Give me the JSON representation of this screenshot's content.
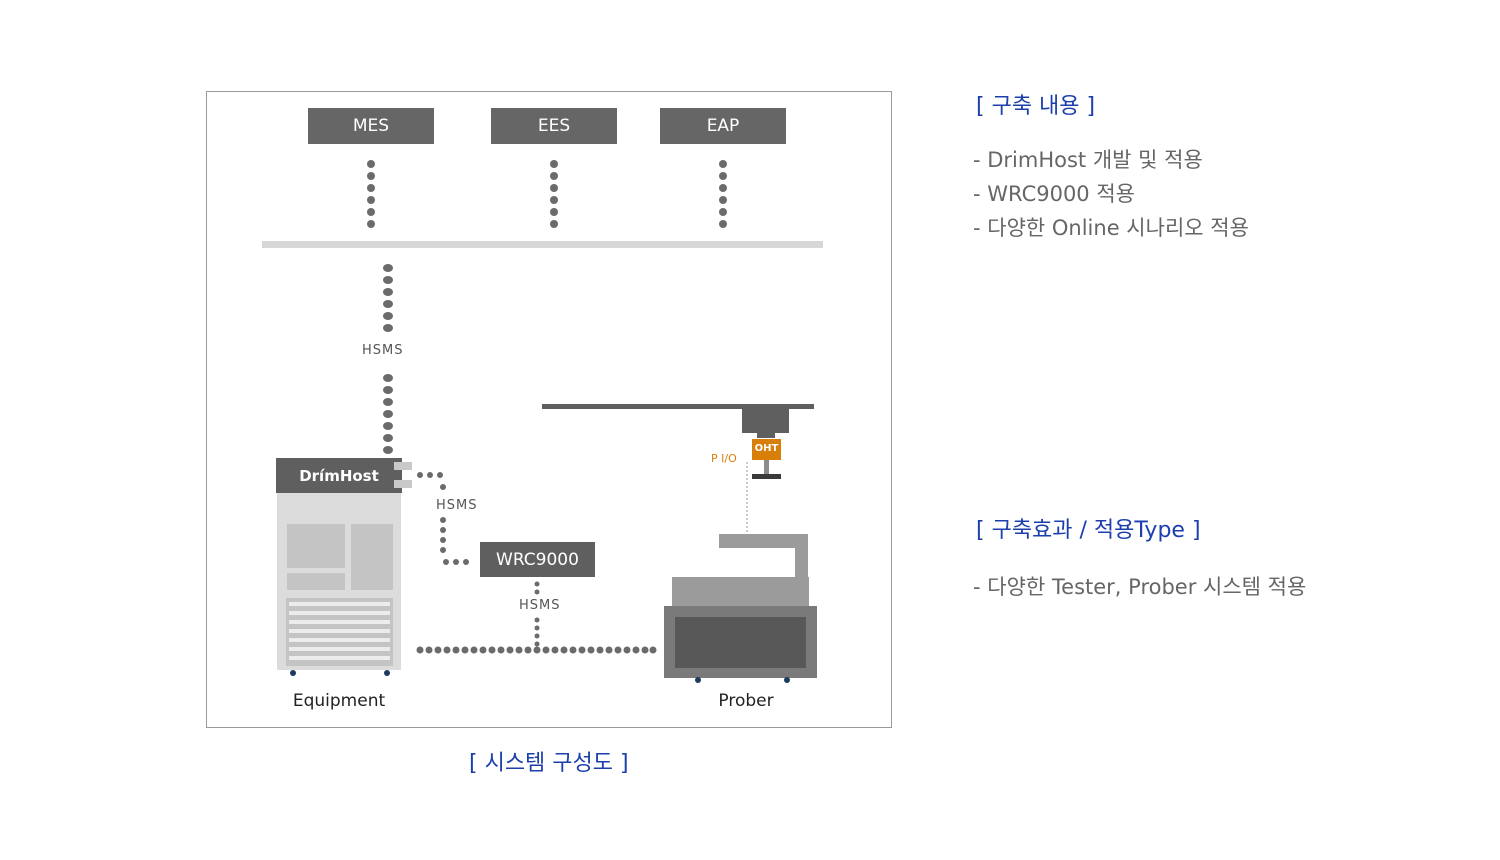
{
  "diagram": {
    "systems": {
      "mes": "MES",
      "ees": "EES",
      "eap": "EAP"
    },
    "hsms_top": "HSMS",
    "hsms_mid": "HSMS",
    "hsms_low": "HSMS",
    "drimhost": "DrímHost",
    "wrc": "WRC9000",
    "pio": "P I/O",
    "oht": "OHT",
    "equipment": "Equipment",
    "prober": "Prober",
    "caption": "[ 시스템 구성도 ]"
  },
  "content": {
    "title": "[ 구축 내용 ]",
    "items": [
      "- DrimHost 개발 및 적용",
      "- WRC9000 적용",
      "- 다양한 Online 시나리오 적용"
    ]
  },
  "effect": {
    "title": "[ 구축효과 / 적용Type ]",
    "items": [
      "- 다양한 Tester, Prober 시스템 적용"
    ]
  },
  "colors": {
    "accent": "#1c3fae",
    "box": "#666666",
    "oht": "#d87f0a",
    "text": "#666666"
  }
}
